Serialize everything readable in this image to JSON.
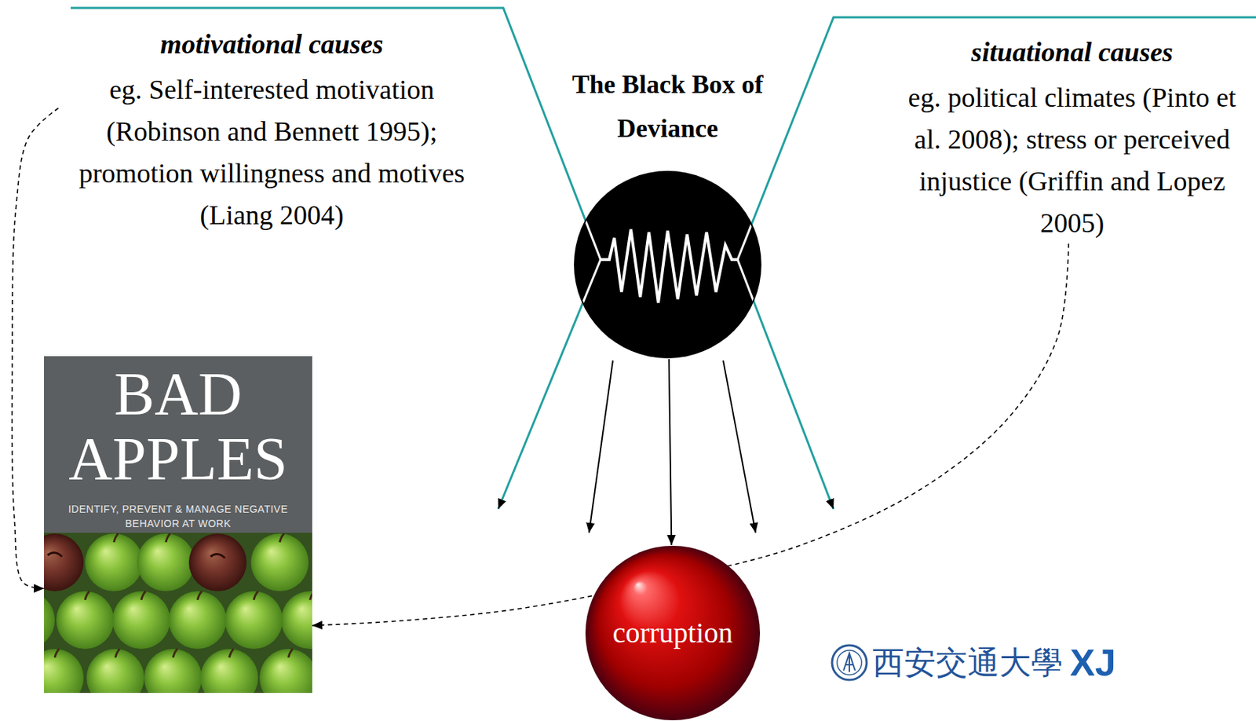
{
  "diagram": {
    "nodes": [
      {
        "text": [
          "motivational causes",
          "eg. Self-interested motivation (Robinson and Bennett 1995); promotion willingness and motives (Liang 2004)"
        ]
      },
      {
        "text": [
          "The Black Box of Deviance"
        ]
      },
      {
        "text": [
          "situational causes",
          "eg. political climates (Pinto et al. 2008); stress or perceived injustice (Griffin and Lopez 2005)"
        ]
      },
      {
        "text": [
          "BAD APPLES",
          "IDENTIFY, PREVENT & MANAGE NEGATIVE BEHAVIOR AT WORK"
        ]
      },
      {
        "text": [
          "corruption"
        ]
      }
    ],
    "edges": [
      {
        "from": 0,
        "to": 3,
        "arrow": "to"
      },
      {
        "from": 1,
        "to": 4,
        "arrow": "to"
      },
      {
        "from": 2,
        "to": 3,
        "arrow": "to"
      }
    ],
    "labels": [
      "西安交通大學",
      "XJ"
    ]
  }
}
